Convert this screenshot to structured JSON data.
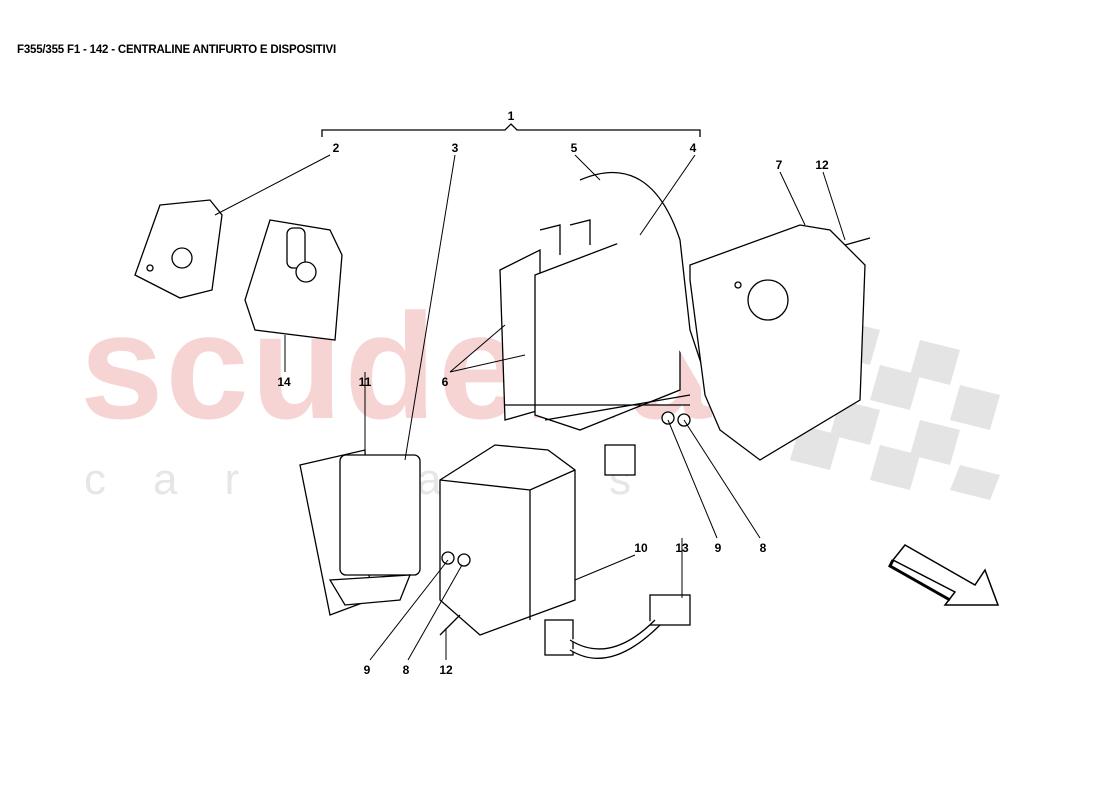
{
  "title": "F355/355 F1 - 142 - CENTRALINE ANTIFURTO E DISPOSITIVI",
  "watermark": {
    "brand": "scuderia",
    "sub": "car parts",
    "color": "#f6d4d4"
  },
  "callouts": [
    "1",
    "2",
    "3",
    "5",
    "4",
    "7",
    "12",
    "14",
    "11",
    "6",
    "9",
    "8",
    "10",
    "13",
    "9",
    "8",
    "12"
  ],
  "direction_arrow": "arrow-down-right-icon"
}
